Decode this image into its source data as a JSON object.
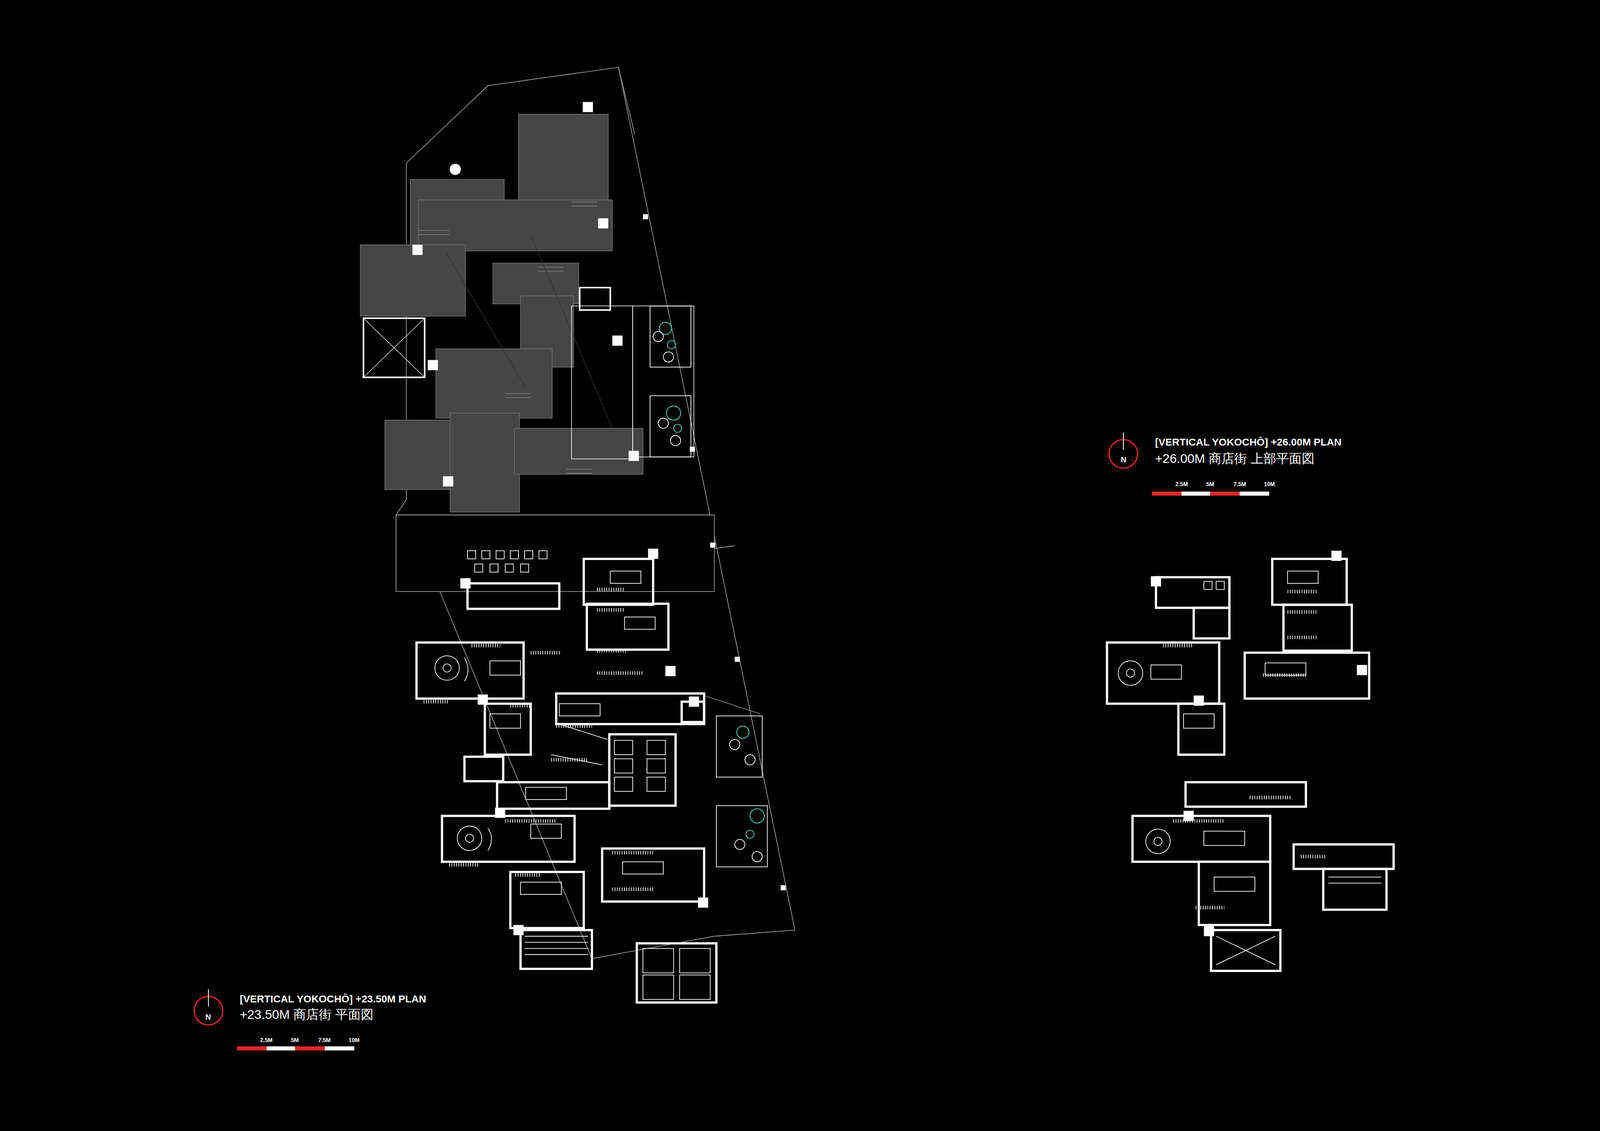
{
  "diagram": {
    "labels": [
      "[VERTICAL YOKOCHŌ] +23.50M PLAN",
      "+23.50M 商店街 平面図",
      "2.5M",
      "5M",
      "7.5M",
      "10M",
      "N",
      "[VERTICAL YOKOCHŌ] +26.00M PLAN",
      "+26.00M 商店街 上部平面図",
      "2.5M",
      "5M",
      "7.5M",
      "10M",
      "N"
    ]
  }
}
